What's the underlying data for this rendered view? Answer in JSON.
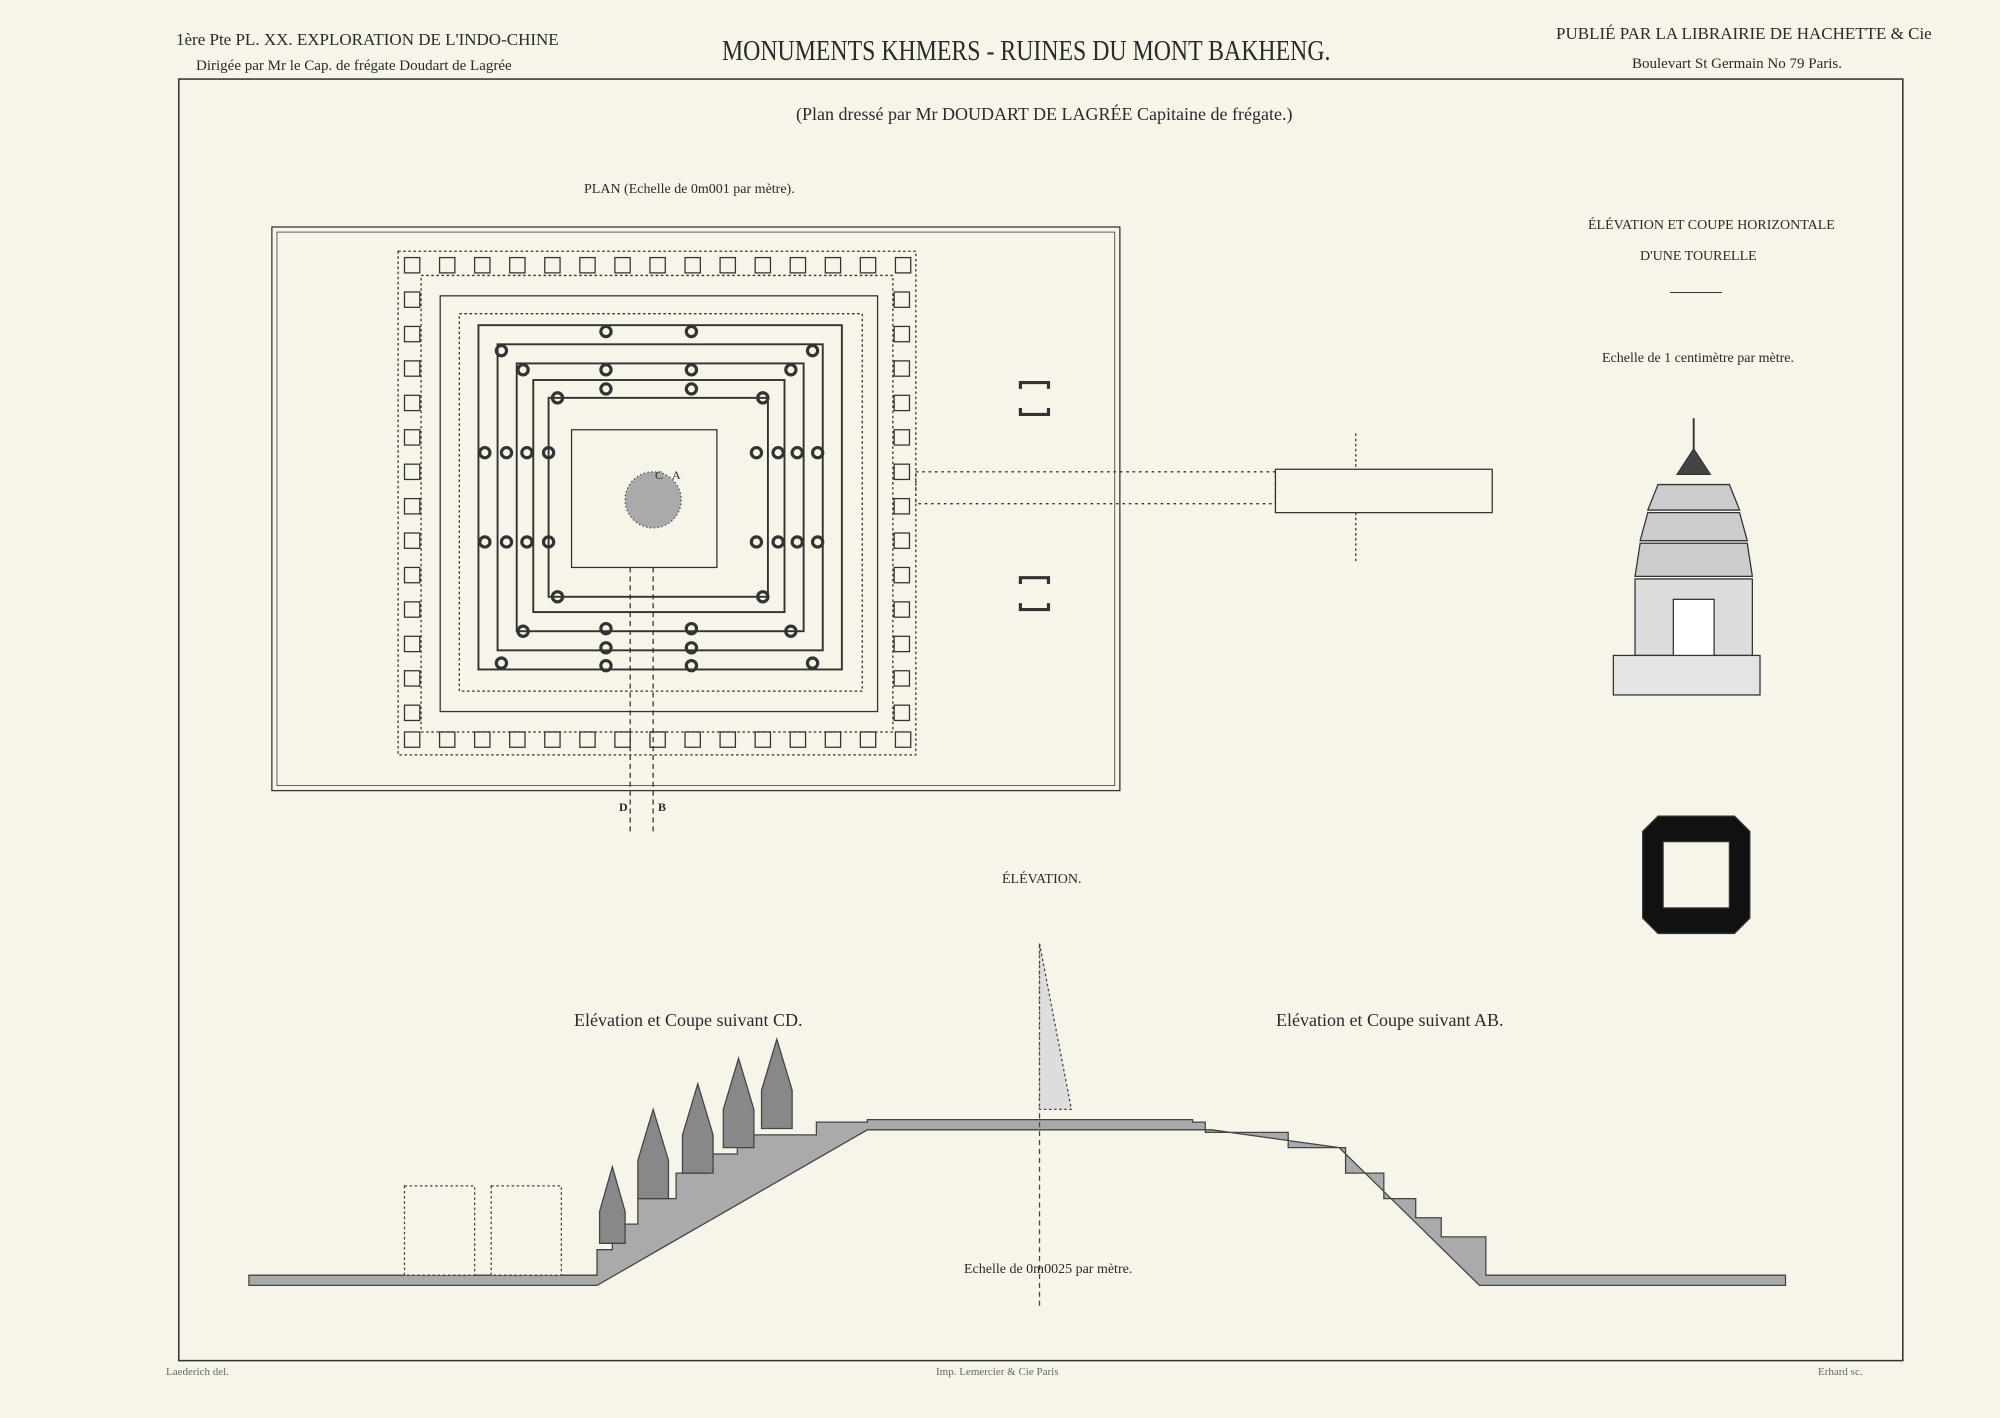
{
  "header": {
    "left_line1": "1ère Pte PL. XX. EXPLORATION DE L'INDO-CHINE",
    "left_line2": "Dirigée par Mr le Cap. de frégate Doudart de Lagrée",
    "title": "MONUMENTS KHMERS - RUINES DU MONT BAKHENG.",
    "right_line1": "PUBLIÉ PAR LA LIBRAIRIE DE HACHETTE & Cie",
    "right_line2": "Boulevart St Germain No 79 Paris."
  },
  "subtitle": "(Plan dressé par Mr DOUDART DE LAGRÉE Capitaine de frégate.)",
  "plan": {
    "label": "PLAN (Echelle de 0m001 par mètre).",
    "markers": [
      "C",
      "A",
      "D",
      "B"
    ]
  },
  "tourelle": {
    "title_line1": "ÉLÉVATION ET COUPE HORIZONTALE",
    "title_line2": "D'UNE TOURELLE",
    "scale": "Echelle de 1 centimètre par mètre."
  },
  "elevation": {
    "title": "ÉLÉVATION.",
    "left_caption": "Elévation et Coupe suivant CD.",
    "right_caption": "Elévation et Coupe suivant AB.",
    "scale": "Echelle de 0m0025 par mètre."
  },
  "footer": {
    "left": "Laederich del.",
    "center": "Imp. Lemercier & Cie Paris",
    "right": "Erhard sc."
  },
  "colors": {
    "paper": "#f7f4ea",
    "ink": "#222222",
    "hatch": "#9a9a9a"
  }
}
